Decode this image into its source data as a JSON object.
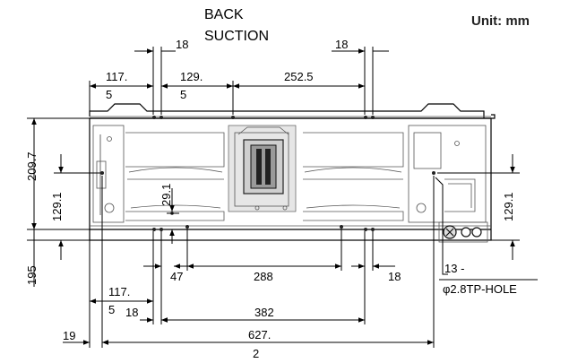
{
  "header": {
    "back_line1": "BACK",
    "back_line2": "SUCTION",
    "unit": "Unit: mm"
  },
  "dimensions": {
    "top_18_left": "18",
    "top_18_right": "18",
    "top_117_a": "117.",
    "top_117_b": "5",
    "top_129_a": "129.",
    "top_129_b": "5",
    "top_252": "252.5",
    "left_209": "209.7",
    "left_129": "129.1",
    "mid_29": "29.1",
    "right_129": "129.1",
    "left_195": "195",
    "bot_47": "47",
    "bot_288": "288",
    "bot_18_right": "18",
    "bot_117_a": "117.",
    "bot_117_b": "5",
    "bot_18_left": "18",
    "bot_382": "382",
    "bot_19": "19",
    "bot_627_a": "627.",
    "bot_627_b": "2"
  },
  "callout": {
    "line1": "13 -",
    "line2": "φ2.8TP-HOLE"
  }
}
